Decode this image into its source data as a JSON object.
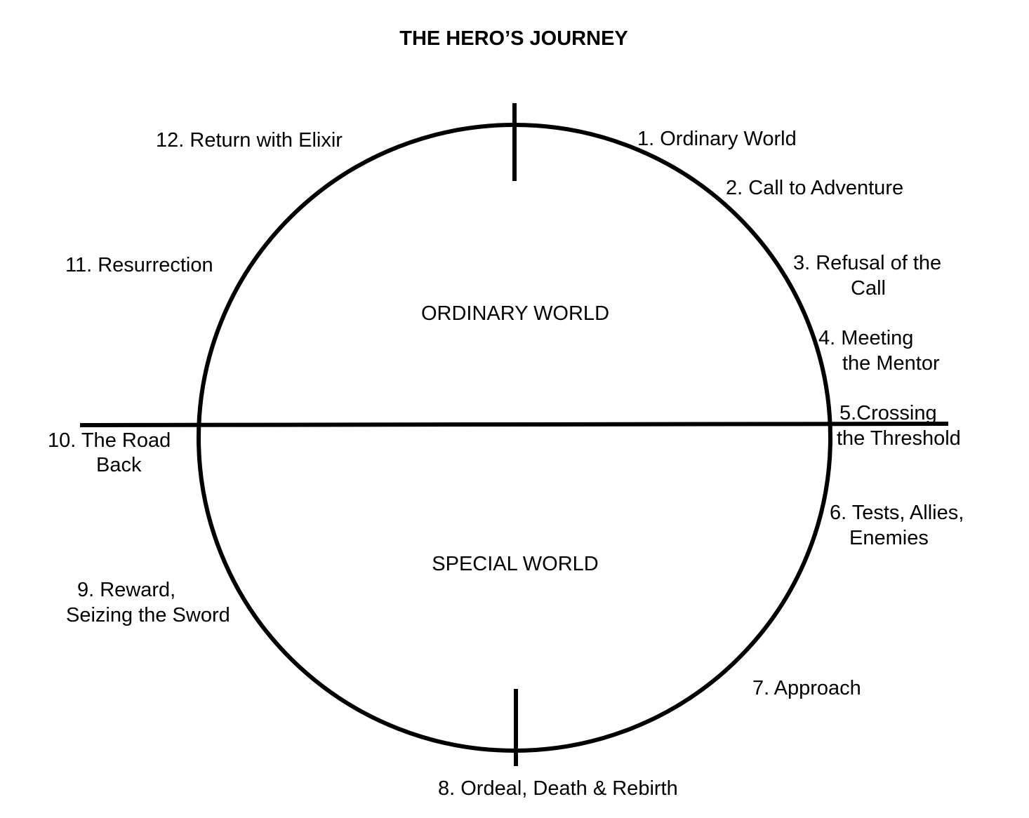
{
  "title": "THE HERO’S JOURNEY",
  "worlds": {
    "upper": "ORDINARY WORLD",
    "lower": "SPECIAL WORLD"
  },
  "stages": [
    {
      "lines": [
        "1.  Ordinary World"
      ]
    },
    {
      "lines": [
        "2. Call to Adventure"
      ]
    },
    {
      "lines": [
        "3. Refusal of the",
        "Call"
      ]
    },
    {
      "lines": [
        "4. Meeting",
        "the Mentor"
      ]
    },
    {
      "lines": [
        "5.Crossing",
        "the Threshold"
      ]
    },
    {
      "lines": [
        "6. Tests, Allies,",
        "Enemies"
      ]
    },
    {
      "lines": [
        "7. Approach"
      ]
    },
    {
      "lines": [
        "8. Ordeal, Death & Rebirth"
      ]
    },
    {
      "lines": [
        "9. Reward,",
        "Seizing the Sword"
      ]
    },
    {
      "lines": [
        "10. The Road",
        "Back"
      ]
    },
    {
      "lines": [
        "11. Resurrection"
      ]
    },
    {
      "lines": [
        "12. Return with Elixir"
      ]
    }
  ]
}
